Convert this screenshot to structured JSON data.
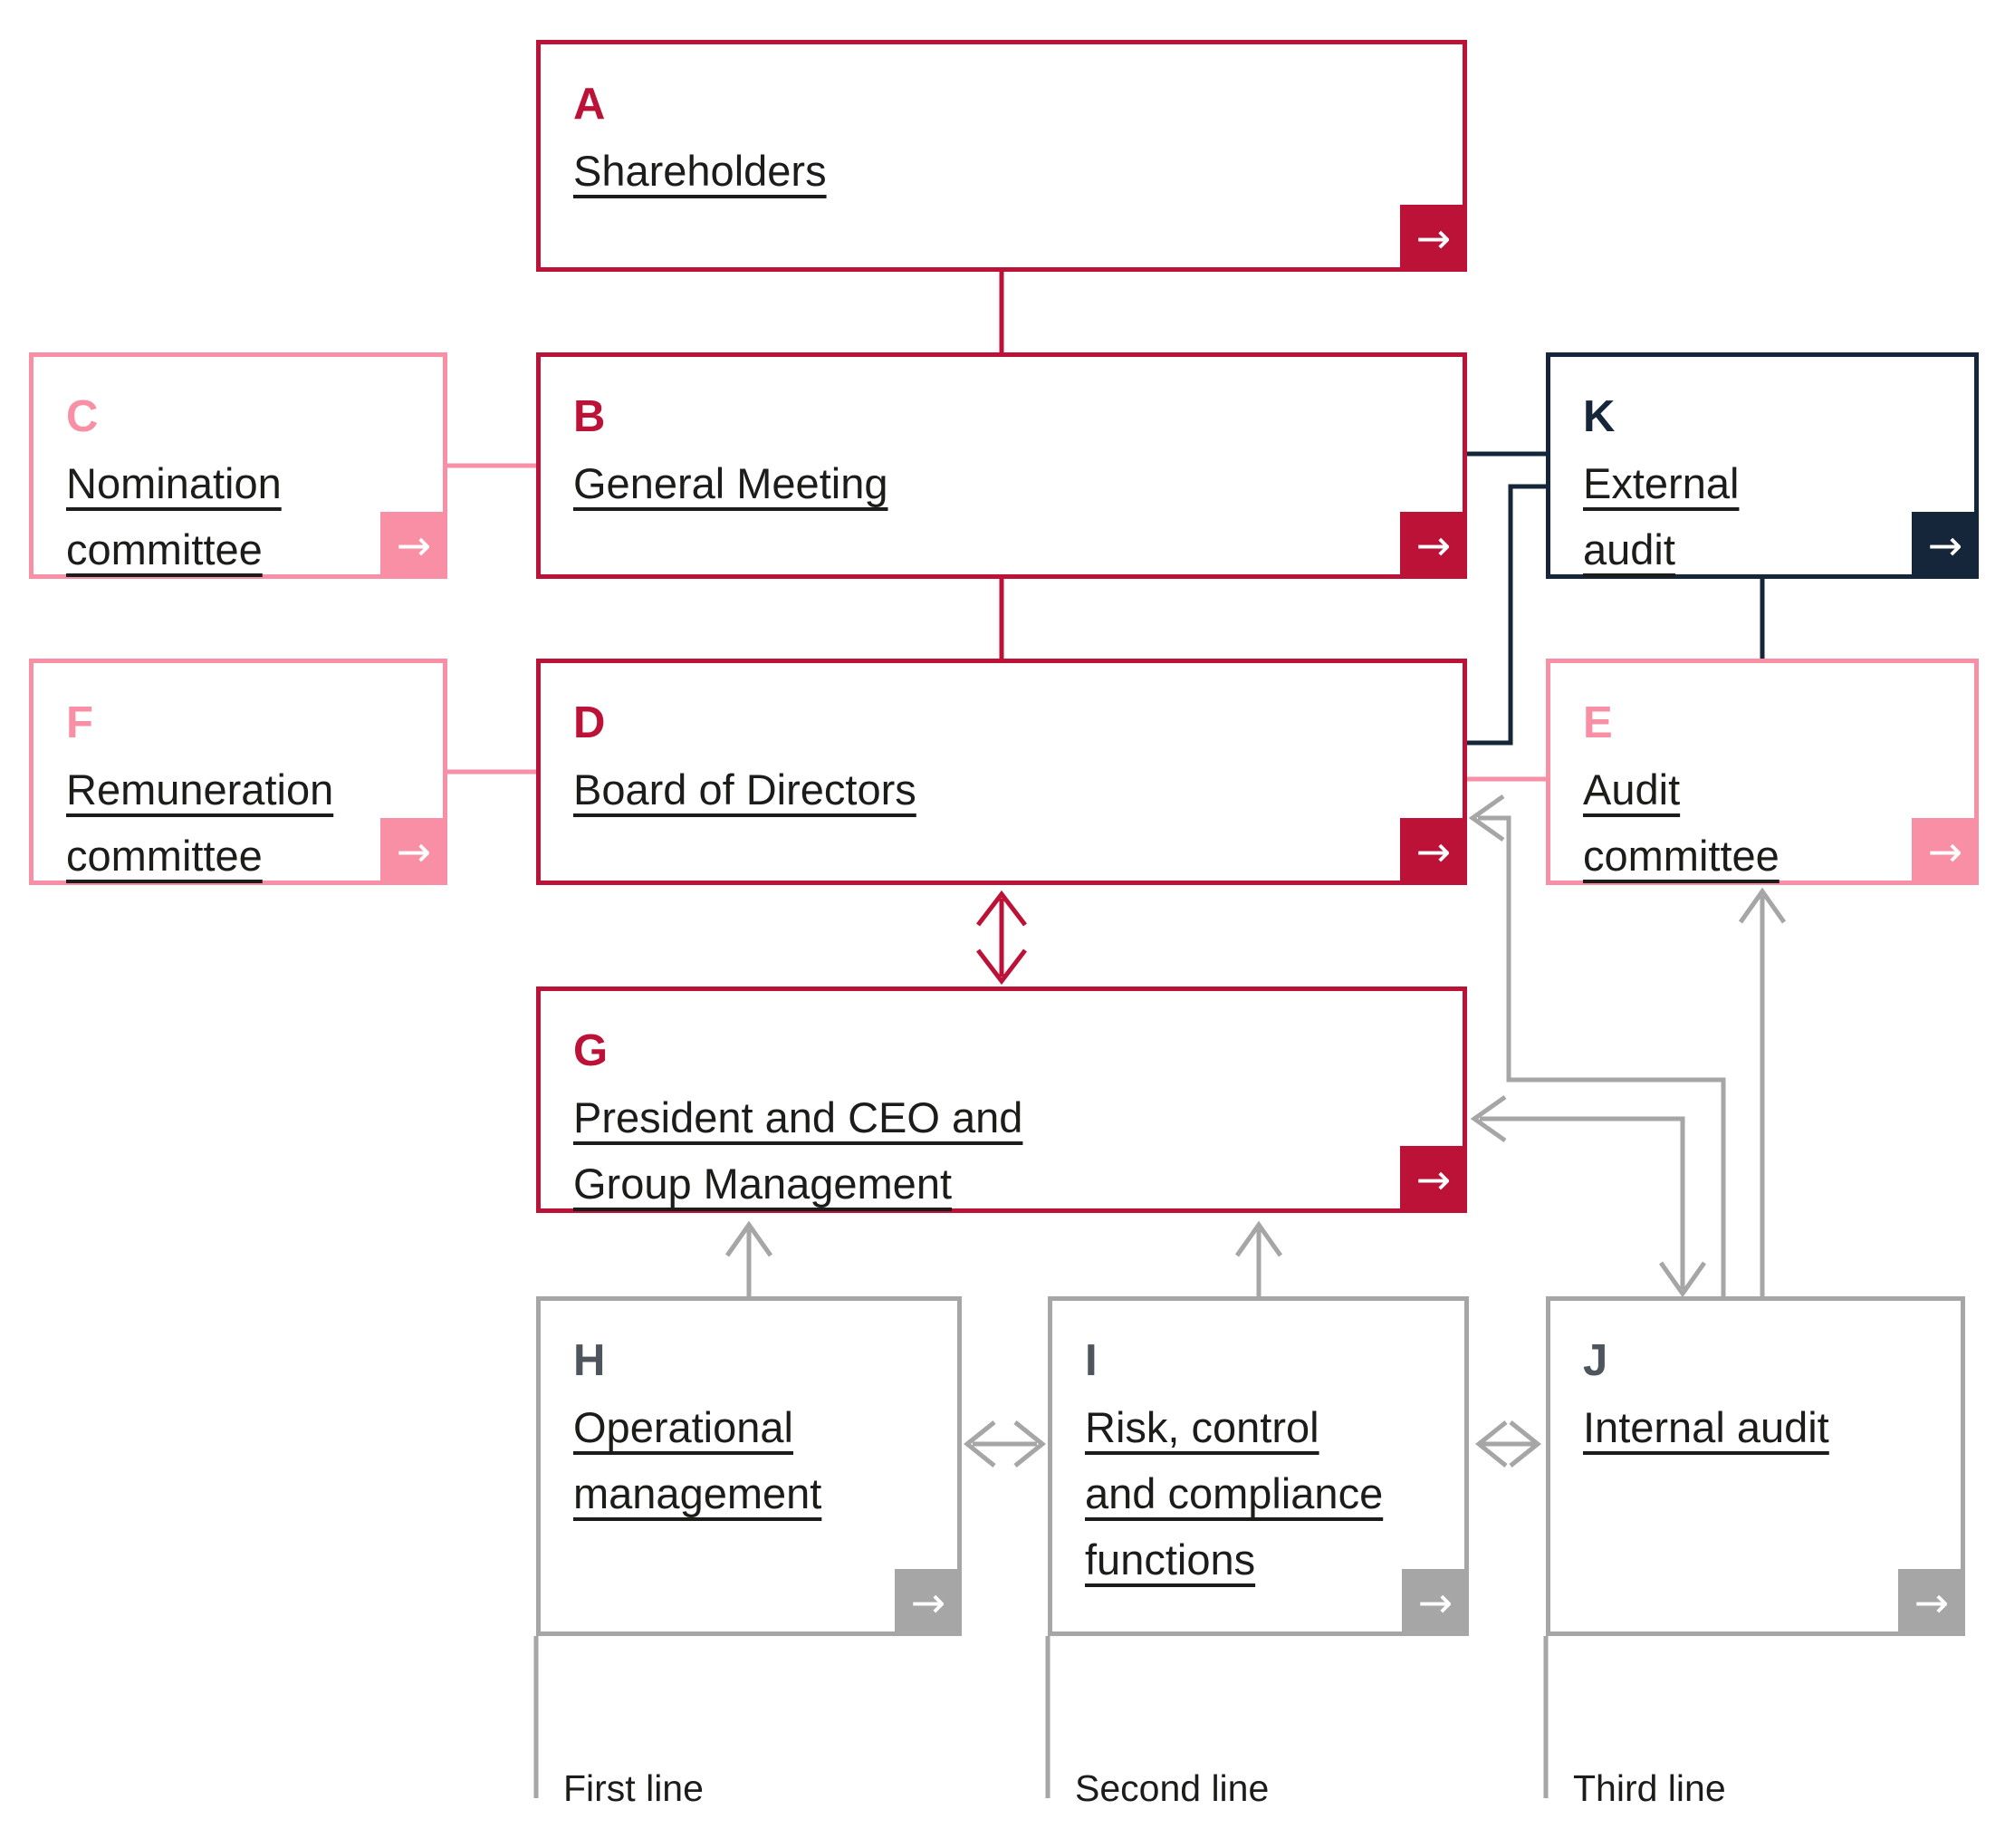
{
  "colors": {
    "red": "#bc1237",
    "pink": "#f98fa4",
    "navy": "#15263a",
    "gray": "#a6a6a6",
    "slate": "#4e555d",
    "text": "#1c1c1a",
    "bg": "#ffffff"
  },
  "arrow_glyph": "→",
  "boxes": {
    "a": {
      "letter": "A",
      "label": "Shareholders"
    },
    "b": {
      "letter": "B",
      "label": "General Meeting"
    },
    "c": {
      "letter": "C",
      "label": "Nomination\ncommittee"
    },
    "d": {
      "letter": "D",
      "label": "Board of Directors"
    },
    "e": {
      "letter": "E",
      "label": "Audit\ncommittee"
    },
    "f": {
      "letter": "F",
      "label": "Remuneration\ncommittee"
    },
    "g": {
      "letter": "G",
      "label": "President and CEO and\nGroup Management"
    },
    "h": {
      "letter": "H",
      "label": "Operational\nmanagement"
    },
    "i": {
      "letter": "I",
      "label": "Risk, control\nand compliance\nfunctions"
    },
    "j": {
      "letter": "J",
      "label": "Internal audit"
    },
    "k": {
      "letter": "K",
      "label": "External\naudit"
    }
  },
  "footnotes": {
    "first": "First line",
    "second": "Second line",
    "third": "Third line"
  }
}
